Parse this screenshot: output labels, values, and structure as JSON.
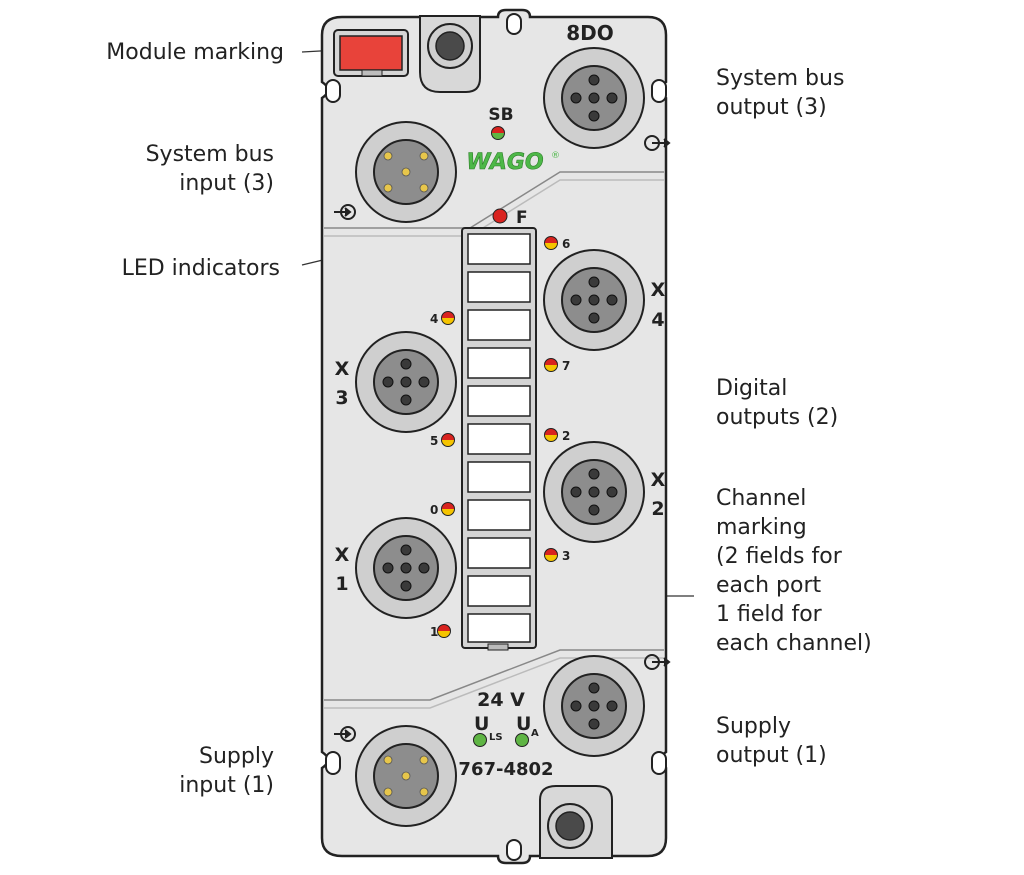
{
  "callouts": {
    "module_marking": "Module marking",
    "system_bus_input": [
      "System bus",
      "input (3)"
    ],
    "led_indicators": "LED indicators",
    "supply_input": [
      "Supply",
      "input (1)"
    ],
    "system_bus_output": [
      "System bus",
      "output (3)"
    ],
    "digital_outputs": [
      "Digital",
      "outputs (2)"
    ],
    "channel_marking": [
      "Channel",
      "marking",
      "(2 fields for",
      "each port",
      "1 field for",
      "each channel)"
    ],
    "supply_output": [
      "Supply",
      "output (1)"
    ]
  },
  "module": {
    "type_label": "8DO",
    "sb_label": "SB",
    "logo": "WAGO",
    "fault_label": "F",
    "voltage_label": "24 V",
    "uls_main": "U",
    "uls_sub": "LS",
    "ua_main": "U",
    "ua_sub": "A",
    "part_number": "767-4802",
    "port_x4": [
      "X",
      "4"
    ],
    "port_x3": [
      "X",
      "3"
    ],
    "port_x2": [
      "X",
      "2"
    ],
    "port_x1": [
      "X",
      "1"
    ],
    "channel_led_numbers": {
      "ch6": "6",
      "ch4": "4",
      "ch7": "7",
      "ch5": "5",
      "ch2": "2",
      "ch0": "0",
      "ch3": "3",
      "ch1": "1"
    }
  },
  "colors": {
    "housing": "#e6e6e6",
    "outline": "#222222",
    "marker_red": "#e8433a",
    "logo_green": "#4db848",
    "led_red": "#d9231f",
    "led_yellow": "#f5c400",
    "led_green": "#5fb544",
    "connector_ring": "#cfcfcf",
    "connector_face": "#8d8d8d",
    "pin_dark": "#3a3a3a",
    "pin_gold": "#e7c64b"
  }
}
